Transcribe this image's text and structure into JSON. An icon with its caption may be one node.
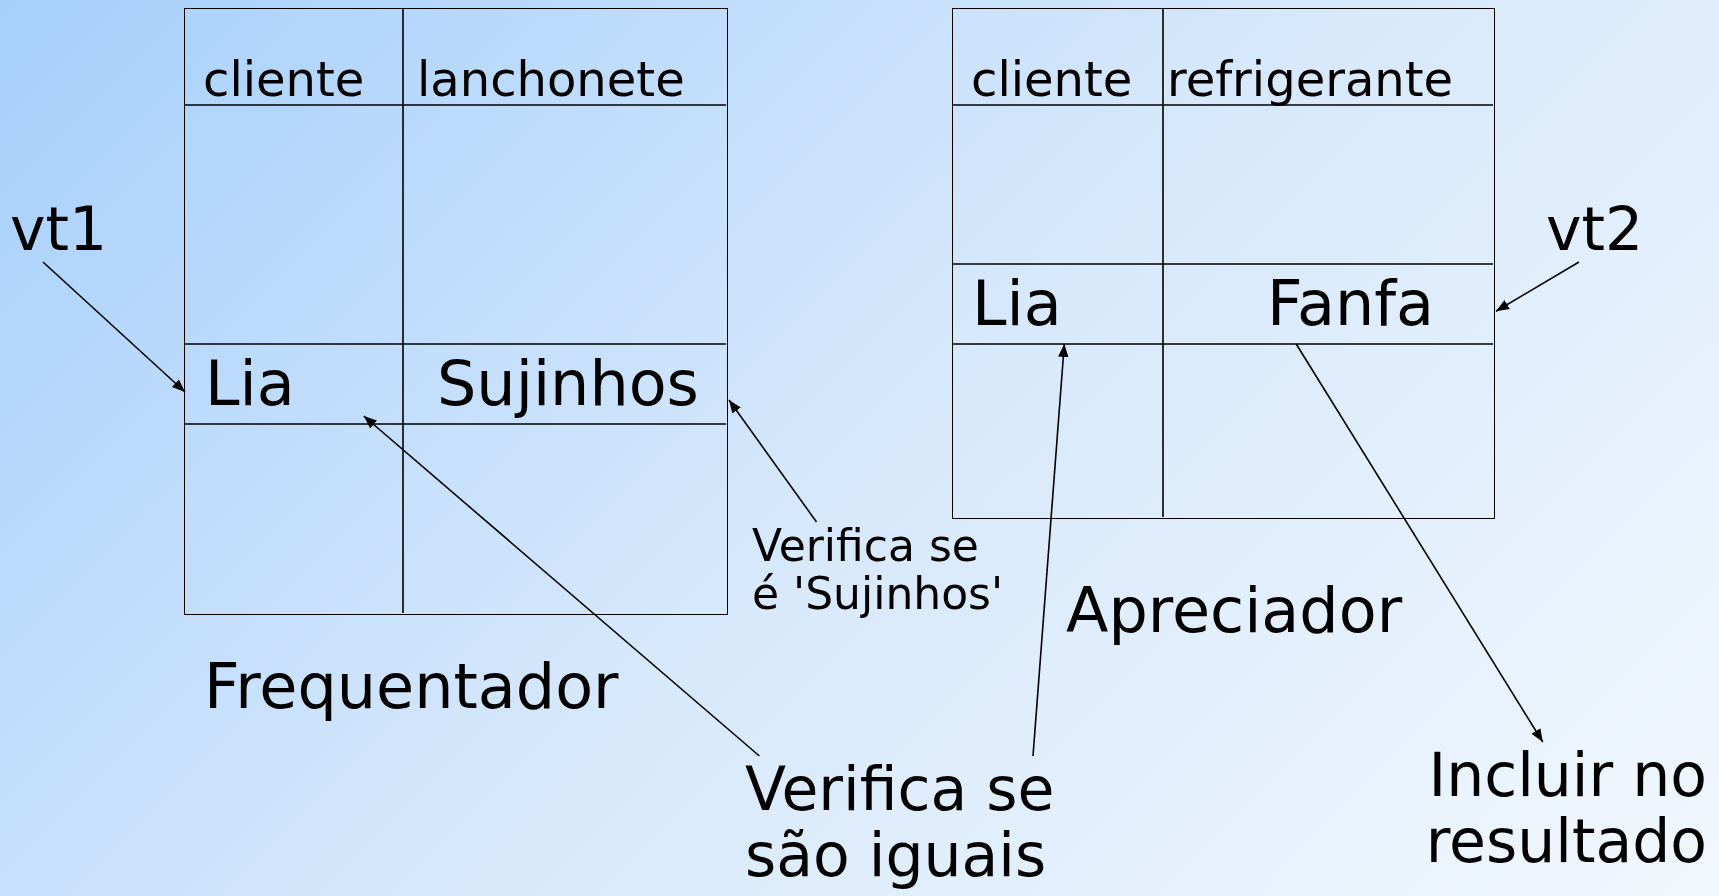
{
  "diagram": {
    "nodes": [
      {
        "text": [
          "Frequentador"
        ]
      },
      {
        "text": [
          "cliente"
        ],
        "in": 0
      },
      {
        "text": [
          "lanchonete"
        ],
        "in": 0
      },
      {
        "text": [
          "Lia"
        ],
        "in": 0
      },
      {
        "text": [
          "Sujinhos"
        ],
        "in": 0
      },
      {
        "text": [
          "Apreciador"
        ]
      },
      {
        "text": [
          "cliente"
        ],
        "in": 5
      },
      {
        "text": [
          "refrigerante"
        ],
        "in": 5
      },
      {
        "text": [
          "Lia"
        ],
        "in": 5
      },
      {
        "text": [
          "Fanfa"
        ],
        "in": 5
      },
      {
        "text": [
          "vt1"
        ]
      },
      {
        "text": [
          "vt2"
        ]
      },
      {
        "text": [
          "Verifica se é 'Sujinhos'"
        ]
      },
      {
        "text": [
          "Verifica se são iguais"
        ]
      },
      {
        "text": [
          "Incluir no resultado"
        ]
      }
    ],
    "edges": [
      {
        "from": 10,
        "to": 3,
        "arrow": "to"
      },
      {
        "from": 12,
        "to": 4,
        "arrow": "to"
      },
      {
        "from": 13,
        "to": 3,
        "arrow": "to"
      },
      {
        "from": 13,
        "to": 8,
        "arrow": "to"
      },
      {
        "from": 11,
        "to": 9,
        "arrow": "to"
      },
      {
        "from": 9,
        "to": 14,
        "arrow": "to"
      }
    ]
  }
}
